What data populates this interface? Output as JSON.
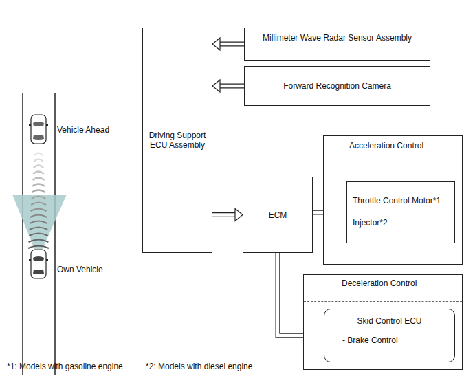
{
  "diagram": {
    "nodes": [
      {
        "text": [
          "Driving Support ECU Assembly"
        ]
      },
      {
        "text": [
          "Millimeter Wave Radar Sensor Assembly"
        ]
      },
      {
        "text": [
          "Forward Recognition Camera"
        ]
      },
      {
        "text": [
          "ECM"
        ]
      },
      {
        "text": [
          "Acceleration Control"
        ]
      },
      {
        "text": [
          "Throttle Control Motor*1",
          "Injector*2"
        ],
        "in": 4
      },
      {
        "text": [
          "Deceleration Control"
        ]
      },
      {
        "text": [
          "Skid Control ECU",
          "- Brake Control"
        ],
        "in": 6
      }
    ],
    "edges": [
      {
        "from": 1,
        "to": 0,
        "arrow": "to"
      },
      {
        "from": 2,
        "to": 0,
        "arrow": "to"
      },
      {
        "from": 0,
        "to": 3,
        "arrow": "to"
      },
      {
        "from": 3,
        "to": 5,
        "arrow": "to"
      },
      {
        "from": 3,
        "to": 7,
        "arrow": "to"
      }
    ],
    "labels": [
      "Vehicle Ahead",
      "Own Vehicle",
      "*1: Models with gasoline engine",
      "*2: Models with diesel engine"
    ]
  }
}
